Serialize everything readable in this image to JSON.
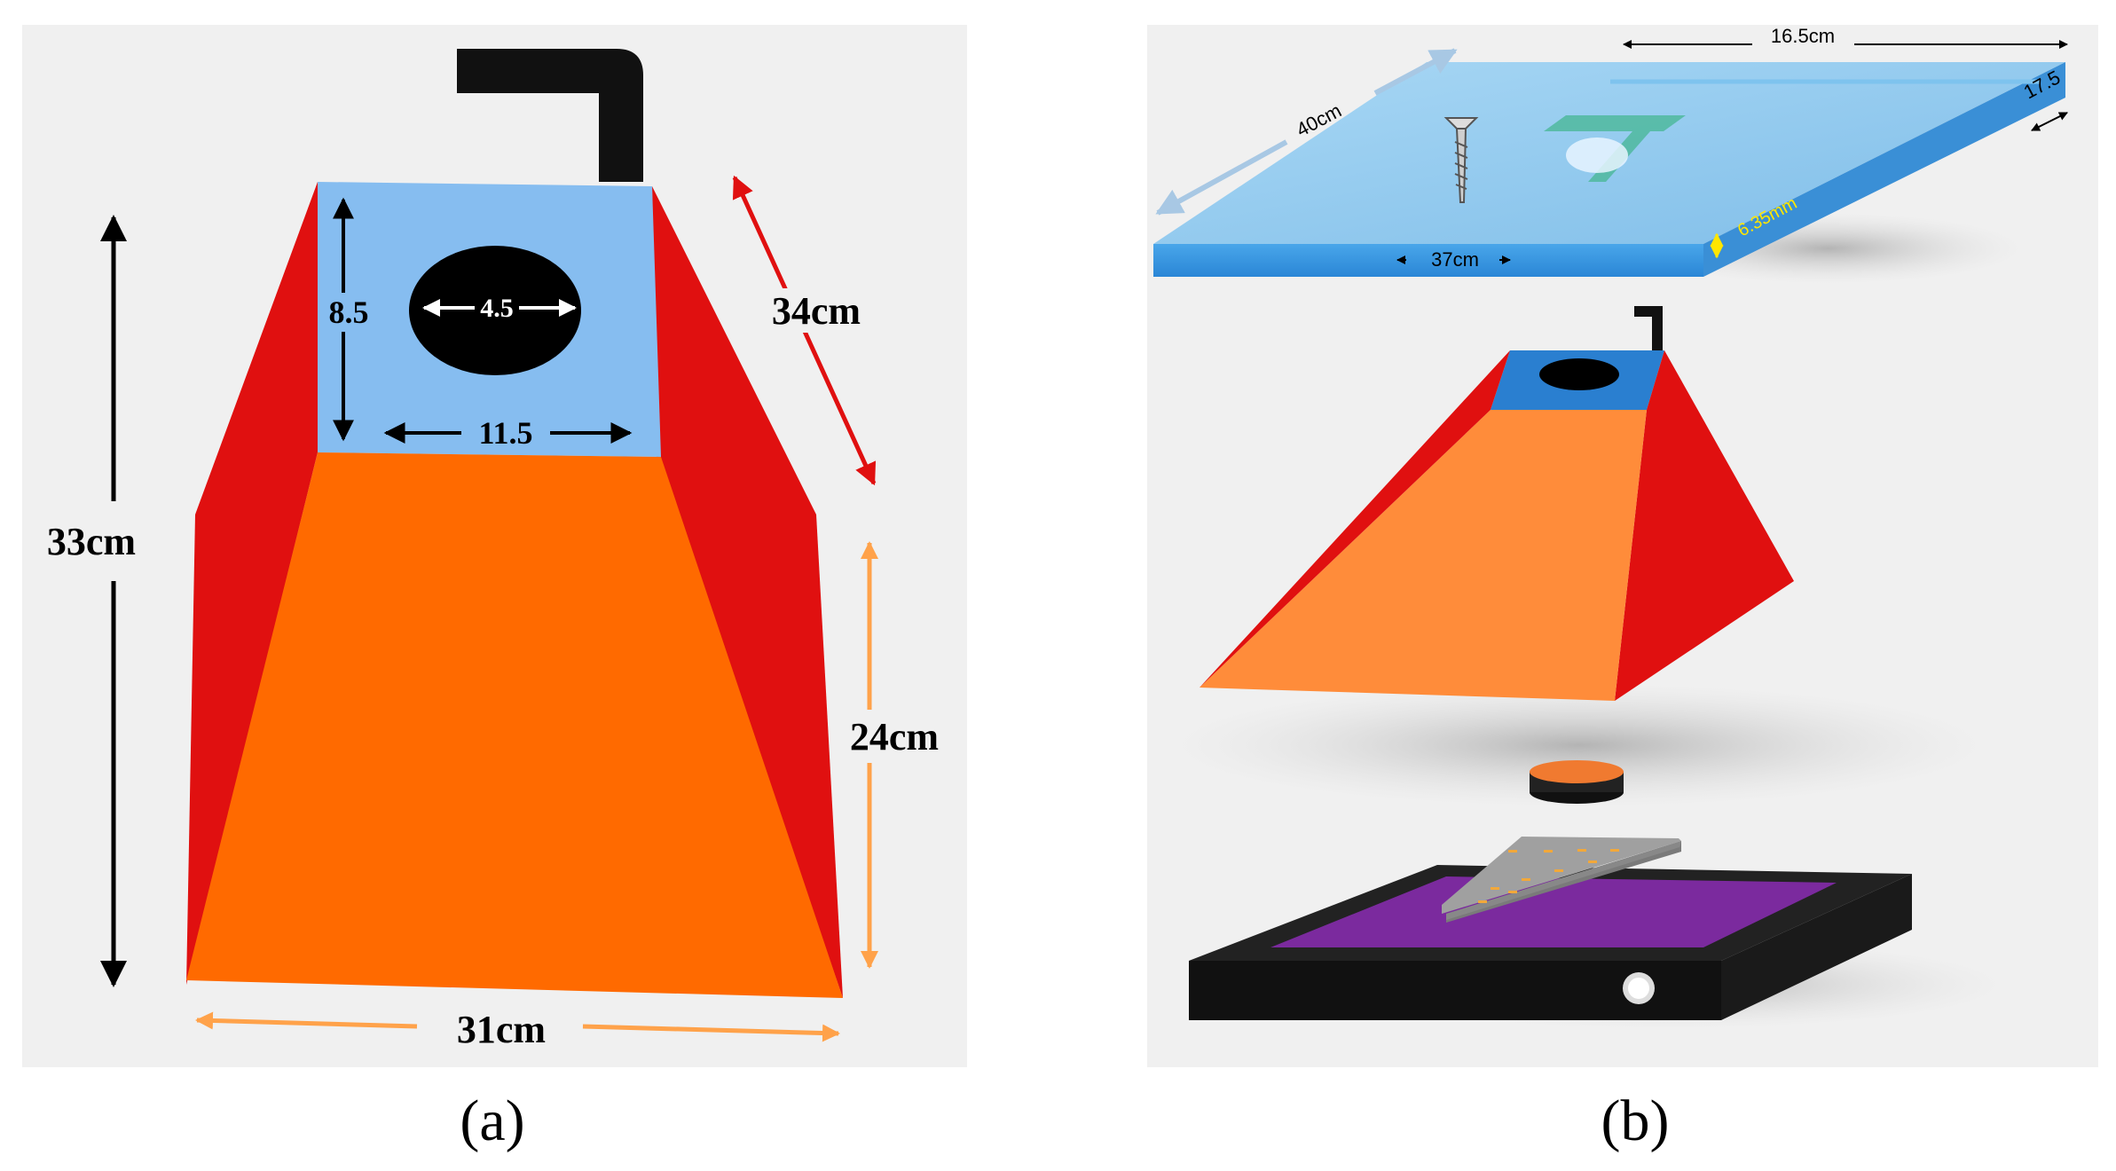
{
  "panel_a": {
    "caption": "(a)",
    "labels": {
      "height_total": "33cm",
      "slant_side": "34cm",
      "side_height": "24cm",
      "base_width": "31cm",
      "top_height": "8.5",
      "hole_diameter": "4.5",
      "top_width": "11.5"
    },
    "colors": {
      "front": "#ff6a00",
      "side": "#e01010",
      "top": "#86bdf0",
      "pipe": "#111111",
      "background": "#f0f0f0"
    }
  },
  "panel_b": {
    "caption": "(b)",
    "labels": {
      "lid_depth": "40cm",
      "lid_width": "37cm",
      "lid_inner_width": "16.5cm",
      "lid_inner_depth": "17.5",
      "lid_thickness": "6.35mm"
    },
    "colors": {
      "lid": "#8fc8ee",
      "front": "#ff8c3a",
      "side": "#e01010",
      "top": "#2a7fd0",
      "disc": "#f07a30",
      "slide": "#9a9a9a",
      "led": "#f2a83a",
      "platform": "#222222",
      "screen": "#7b2a9e"
    }
  }
}
